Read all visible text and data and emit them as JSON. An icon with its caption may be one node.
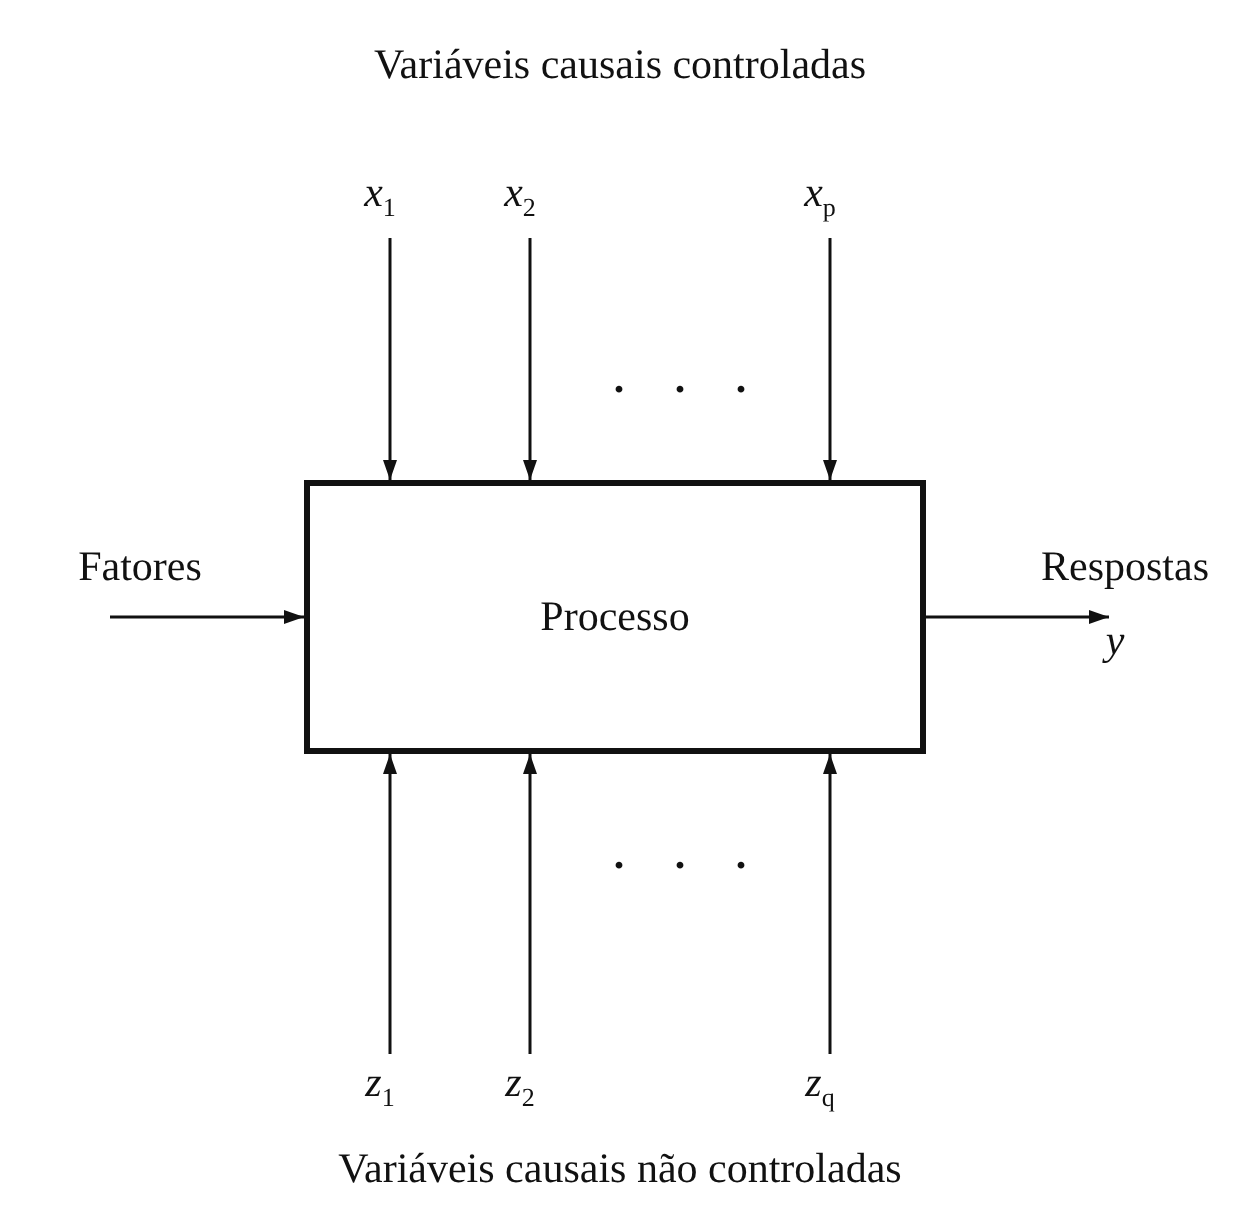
{
  "diagram": {
    "nodes": [
      {
        "text": [
          "Processo"
        ]
      },
      {
        "text": [
          "*x*$_{1}$"
        ]
      },
      {
        "text": [
          "*x*$_{2}$"
        ]
      },
      {
        "text": [
          "*x*$_{p}$"
        ]
      },
      {
        "text": [
          "*z*$_{1}$"
        ]
      },
      {
        "text": [
          "*z*$_{2}$"
        ]
      },
      {
        "text": [
          "*z*$_{q}$"
        ]
      },
      {
        "text": [
          "Fatores"
        ]
      },
      {
        "text": [
          "Respostas",
          "*y*"
        ]
      }
    ],
    "edges": [
      {
        "from": 1,
        "to": 0,
        "arrow": "to"
      },
      {
        "from": 2,
        "to": 0,
        "arrow": "to"
      },
      {
        "from": 3,
        "to": 0,
        "arrow": "to"
      },
      {
        "from": 4,
        "to": 0,
        "arrow": "to"
      },
      {
        "from": 5,
        "to": 0,
        "arrow": "to"
      },
      {
        "from": 6,
        "to": 0,
        "arrow": "to"
      },
      {
        "from": 7,
        "to": 0,
        "arrow": "to"
      },
      {
        "from": 0,
        "to": 8,
        "arrow": "to"
      }
    ],
    "labels": [
      "Variáveis causais controladas",
      ". . .",
      ". . .",
      "Variáveis causais não controladas"
    ]
  }
}
